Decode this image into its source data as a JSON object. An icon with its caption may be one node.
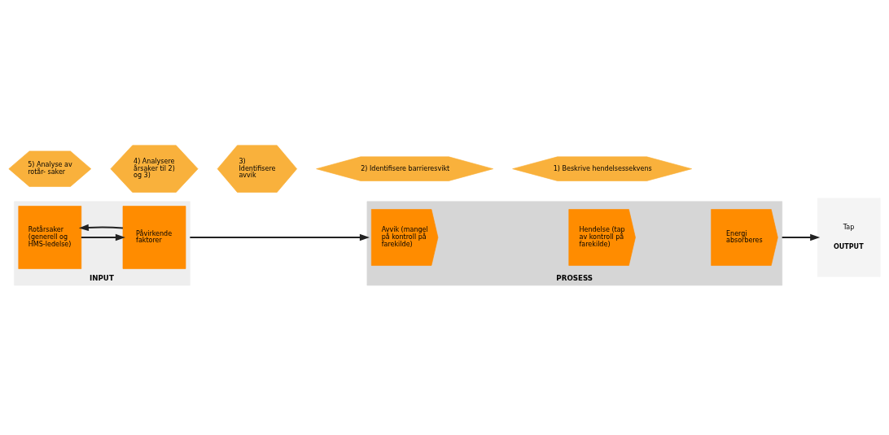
{
  "diagram": {
    "nodes": [
      {
        "text": [
          "INPUT"
        ]
      },
      {
        "text": [
          "Rotårsaker (generell og HMS-ledelse)"
        ],
        "in": 0
      },
      {
        "text": [
          "Påvirkende faktorer"
        ],
        "in": 0
      },
      {
        "text": [
          "PROSESS"
        ]
      },
      {
        "text": [
          "Avvik (mangel på kontroll på farekilde)"
        ],
        "in": 3
      },
      {
        "text": [
          "Hendelse (tap av kontroll på farekilde)"
        ],
        "in": 3
      },
      {
        "text": [
          "Energi absorberes"
        ],
        "in": 3
      },
      {
        "text": [
          "Tap",
          "OUTPUT"
        ]
      },
      {
        "text": [
          "1) Beskrive hendelsessekvens"
        ]
      },
      {
        "text": [
          "2) Identifisere barrieresvikt"
        ]
      },
      {
        "text": [
          "3) Identifisere avvik"
        ]
      },
      {
        "text": [
          "4) Analysere årsaker til 2) og 3)"
        ]
      },
      {
        "text": [
          "5) Analyse av rotår- saker"
        ]
      }
    ],
    "edges": [
      {
        "from": 1,
        "to": 2,
        "arrow": "to"
      },
      {
        "from": 2,
        "to": 1,
        "arrow": "to"
      },
      {
        "from": 0,
        "to": 3,
        "arrow": "to"
      },
      {
        "from": 3,
        "to": 7,
        "arrow": "to"
      }
    ]
  }
}
